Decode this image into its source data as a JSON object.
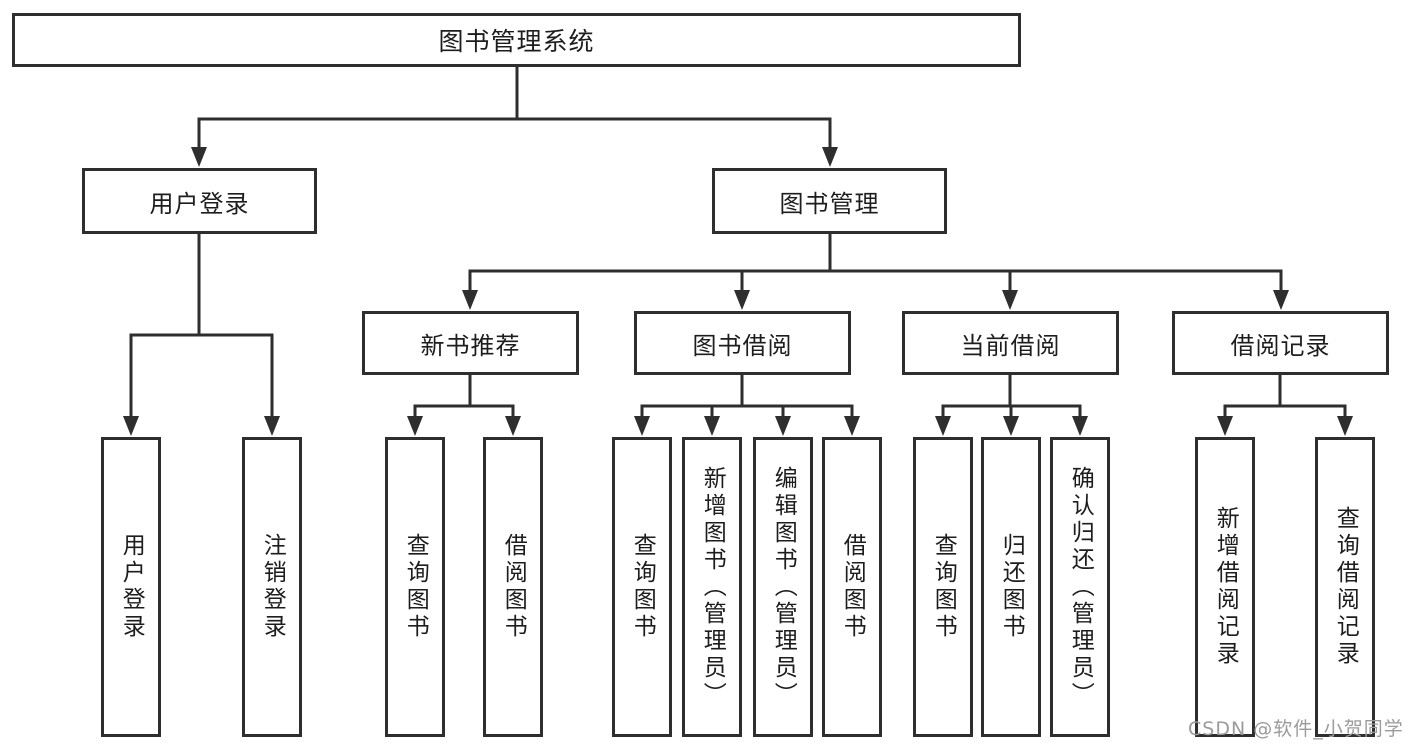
{
  "tree": {
    "label": "图书管理系统",
    "children": [
      {
        "label": "用户登录",
        "children": [
          {
            "label": "用户登录"
          },
          {
            "label": "注销登录"
          }
        ]
      },
      {
        "label": "图书管理",
        "children": [
          {
            "label": "新书推荐",
            "children": [
              {
                "label": "查询图书"
              },
              {
                "label": "借阅图书"
              }
            ]
          },
          {
            "label": "图书借阅",
            "children": [
              {
                "label": "查询图书"
              },
              {
                "label": "新增图书（管理员）"
              },
              {
                "label": "编辑图书（管理员）"
              },
              {
                "label": "借阅图书"
              }
            ]
          },
          {
            "label": "当前借阅",
            "children": [
              {
                "label": "查询图书"
              },
              {
                "label": "归还图书"
              },
              {
                "label": "确认归还（管理员）"
              }
            ]
          },
          {
            "label": "借阅记录",
            "children": [
              {
                "label": "新增借阅记录"
              },
              {
                "label": "查询借阅记录"
              }
            ]
          }
        ]
      }
    ]
  },
  "watermark": {
    "text": "CSDN @软件_小贺同学"
  },
  "colors": {
    "line": "#2e2e2e",
    "box_border": "#2e2e2e",
    "text": "#1d1d1d",
    "watermark": "#9b9b9b",
    "background": "#ffffff"
  }
}
